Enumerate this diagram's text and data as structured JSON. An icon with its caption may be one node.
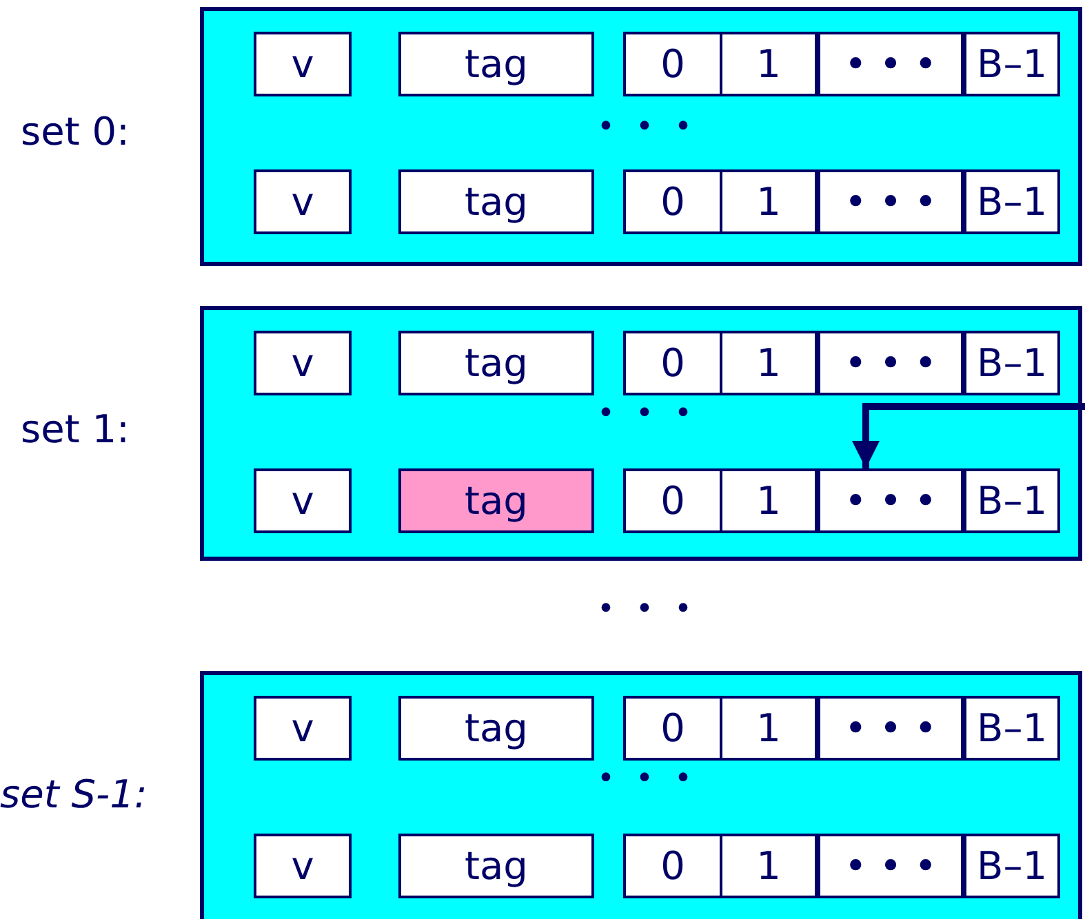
{
  "diagram": {
    "nodes": [
      {
        "text": [],
        "shape": "box",
        "beside": [
          "set 0:"
        ]
      },
      {
        "text": [
          "v"
        ],
        "in": 0
      },
      {
        "text": [
          "tag"
        ],
        "in": 0
      },
      {
        "text": [
          "0"
        ],
        "in": 0
      },
      {
        "text": [
          "1"
        ],
        "in": 0
      },
      {
        "text": [
          "• • •"
        ],
        "in": 0
      },
      {
        "text": [
          "B–1"
        ],
        "in": 0
      },
      {
        "text": [
          "v"
        ],
        "in": 0
      },
      {
        "text": [
          "tag"
        ],
        "in": 0
      },
      {
        "text": [
          "0"
        ],
        "in": 0
      },
      {
        "text": [
          "1"
        ],
        "in": 0
      },
      {
        "text": [
          "• • •"
        ],
        "in": 0
      },
      {
        "text": [
          "B–1"
        ],
        "in": 0
      },
      {
        "text": [],
        "shape": "box",
        "beside": [
          "set 1:"
        ]
      },
      {
        "text": [
          "v"
        ],
        "in": 13
      },
      {
        "text": [
          "tag"
        ],
        "in": 13
      },
      {
        "text": [
          "0"
        ],
        "in": 13
      },
      {
        "text": [
          "1"
        ],
        "in": 13
      },
      {
        "text": [
          "• • •"
        ],
        "in": 13
      },
      {
        "text": [
          "B–1"
        ],
        "in": 13
      },
      {
        "text": [
          "v"
        ],
        "in": 13
      },
      {
        "text": [
          "tag"
        ],
        "in": 13
      },
      {
        "text": [
          "0"
        ],
        "in": 13
      },
      {
        "text": [
          "1"
        ],
        "in": 13
      },
      {
        "text": [
          "• • •"
        ],
        "in": 13
      },
      {
        "text": [
          "B–1"
        ],
        "in": 13
      },
      {
        "text": [],
        "shape": "box",
        "beside": [
          "set S-1:"
        ]
      },
      {
        "text": [
          "v"
        ],
        "in": 26
      },
      {
        "text": [
          "tag"
        ],
        "in": 26
      },
      {
        "text": [
          "0"
        ],
        "in": 26
      },
      {
        "text": [
          "1"
        ],
        "in": 26
      },
      {
        "text": [
          "• • •"
        ],
        "in": 26
      },
      {
        "text": [
          "B–1"
        ],
        "in": 26
      },
      {
        "text": [
          "v"
        ],
        "in": 26
      },
      {
        "text": [
          "tag"
        ],
        "in": 26
      },
      {
        "text": [
          "0"
        ],
        "in": 26
      },
      {
        "text": [
          "1"
        ],
        "in": 26
      },
      {
        "text": [
          "• • •"
        ],
        "in": 26
      },
      {
        "text": [
          "B–1"
        ],
        "in": 26
      }
    ],
    "edges": [
      {
        "from": null,
        "to": 24,
        "arrow": "to"
      }
    ],
    "labels": [
      "• • •",
      "• • •",
      "• • •",
      "• • •"
    ]
  }
}
